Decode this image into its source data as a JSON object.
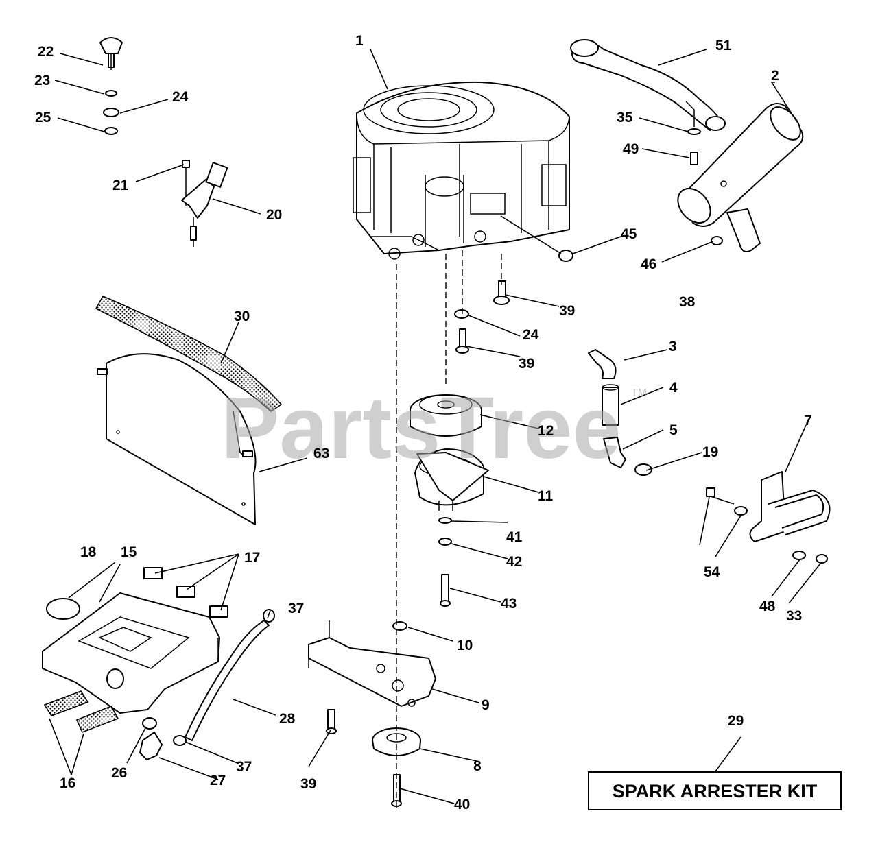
{
  "watermark": {
    "text": "PartsTree",
    "trademark": "TM"
  },
  "kit_label": "SPARK ARRESTER KIT",
  "callouts": {
    "c1": "1",
    "c2": "2",
    "c3": "3",
    "c4": "4",
    "c5": "5",
    "c7": "7",
    "c8": "8",
    "c9": "9",
    "c10": "10",
    "c11": "11",
    "c12": "12",
    "c15": "15",
    "c16": "16",
    "c17": "17",
    "c18": "18",
    "c19": "19",
    "c20": "20",
    "c21": "21",
    "c22": "22",
    "c23": "23",
    "c24a": "24",
    "c24b": "24",
    "c25": "25",
    "c26": "26",
    "c27": "27",
    "c28": "28",
    "c29": "29",
    "c30": "30",
    "c33": "33",
    "c35": "35",
    "c37a": "37",
    "c37b": "37",
    "c38": "38",
    "c39a": "39",
    "c39b": "39",
    "c39c": "39",
    "c40": "40",
    "c41": "41",
    "c42": "42",
    "c43": "43",
    "c45": "45",
    "c46": "46",
    "c48": "48",
    "c49": "49",
    "c51": "51",
    "c54": "54",
    "c63": "63"
  }
}
